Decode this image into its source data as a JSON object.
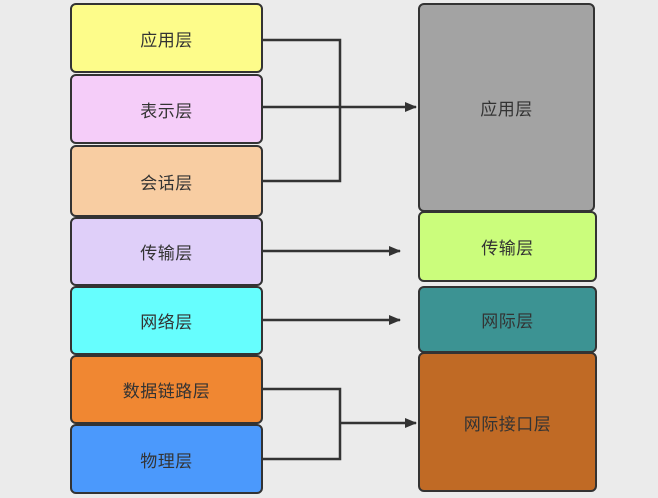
{
  "osi_model": {
    "layers": [
      {
        "label": "应用层",
        "color": "#fdfc8a"
      },
      {
        "label": "表示层",
        "color": "#f5cdf9"
      },
      {
        "label": "会话层",
        "color": "#f8cda2"
      },
      {
        "label": "传输层",
        "color": "#dfcff9"
      },
      {
        "label": "网络层",
        "color": "#66fefe"
      },
      {
        "label": "数据链路层",
        "color": "#f08732"
      },
      {
        "label": "物理层",
        "color": "#4b99fc"
      }
    ]
  },
  "tcpip_model": {
    "layers": [
      {
        "label": "应用层",
        "color": "#a3a3a3"
      },
      {
        "label": "传输层",
        "color": "#cbfd7c"
      },
      {
        "label": "网际层",
        "color": "#3c9393"
      },
      {
        "label": "网际接口层",
        "color": "#c06a25"
      }
    ]
  },
  "colors": {
    "background": "#ebebeb",
    "border": "#333333",
    "connector": "#333333"
  }
}
